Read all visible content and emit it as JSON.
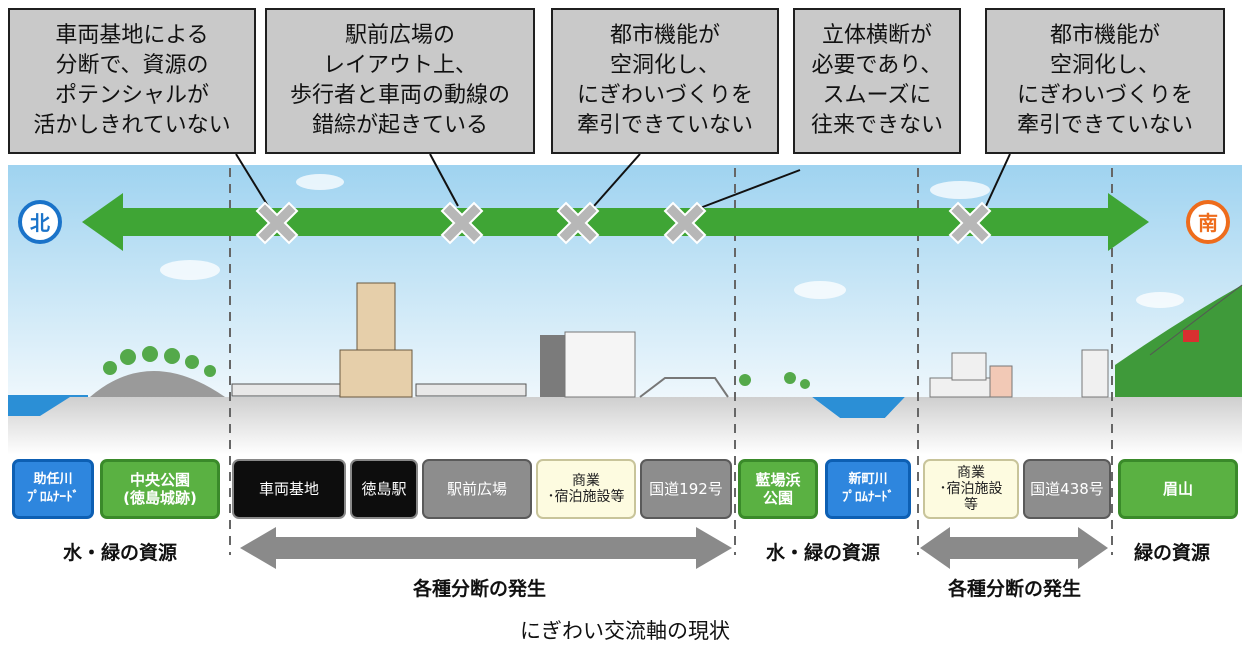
{
  "callouts": [
    {
      "text": "車両基地による\n分断で、資源の\nポテンシャルが\n活かしきれていない"
    },
    {
      "text": "駅前広場の\nレイアウト上、\n歩行者と車両の動線の\n錯綜が起きている"
    },
    {
      "text": "都市機能が\n空洞化し、\nにぎわいづくりを\n牽引できていない"
    },
    {
      "text": "立体横断が\n必要であり、\nスムーズに\n往来できない"
    },
    {
      "text": "都市機能が\n空洞化し、\nにぎわいづくりを\n牽引できていない"
    }
  ],
  "directions": {
    "north": "北",
    "south": "南"
  },
  "boxes": [
    {
      "label": "助任川\nﾌﾟﾛﾑﾅｰﾄﾞ",
      "style": "blue"
    },
    {
      "label": "中央公園\n(徳島城跡)",
      "style": "green"
    },
    {
      "label": "車両基地",
      "style": "black"
    },
    {
      "label": "徳島駅",
      "style": "black"
    },
    {
      "label": "駅前広場",
      "style": "gray"
    },
    {
      "label": "商業\n･宿泊施設等",
      "style": "cream"
    },
    {
      "label": "国道192号",
      "style": "gray"
    },
    {
      "label": "藍場浜\n公園",
      "style": "green"
    },
    {
      "label": "新町川\nﾌﾟﾛﾑﾅｰﾄﾞ",
      "style": "blue"
    },
    {
      "label": "商業\n･宿泊施設\n等",
      "style": "cream"
    },
    {
      "label": "国道438号",
      "style": "gray"
    },
    {
      "label": "眉山",
      "style": "green"
    }
  ],
  "labels": {
    "water_green_1": "水・緑の資源",
    "water_green_2": "水・緑の資源",
    "green": "緑の資源",
    "division_1": "各種分断の発生",
    "division_2": "各種分断の発生"
  },
  "caption": "にぎわい交流軸の現状",
  "colors": {
    "axis": "#3fa535",
    "north": "#1a73c9",
    "south": "#ee6c1c",
    "x_mark": "#b7b7b7",
    "water": "#2b8fd6"
  }
}
